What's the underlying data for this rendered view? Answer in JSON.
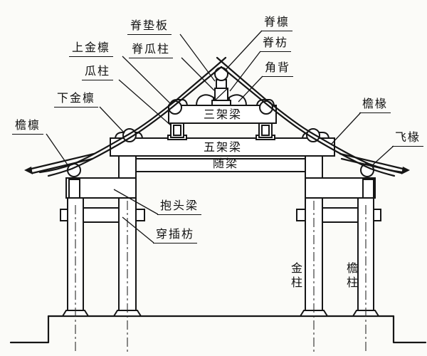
{
  "diagram": {
    "subject": "chinese-timber-roof-cross-section",
    "colors": {
      "line": "#161616",
      "background": "#fbfbf8"
    },
    "labels": {
      "ji_dian_ban": "脊垫板",
      "ji_lin": "脊檩",
      "shang_jin_lin": "上金檩",
      "ji_gua_zhu": "脊瓜柱",
      "ji_fang": "脊枋",
      "gua_zhu": "瓜柱",
      "jiao_bei": "角背",
      "xia_jin_lin": "下金檩",
      "san_jia_liang": "三架梁",
      "yan_chuan": "檐椽",
      "yan_lin": "檐檩",
      "wu_jia_liang": "五架梁",
      "fei_chuan": "飞椽",
      "sui_liang": "随梁",
      "bao_tou_liang": "抱头梁",
      "chuan_cha_fang": "穿插枋",
      "jin_zhu": "金柱",
      "yan_zhu": "檐柱"
    }
  }
}
